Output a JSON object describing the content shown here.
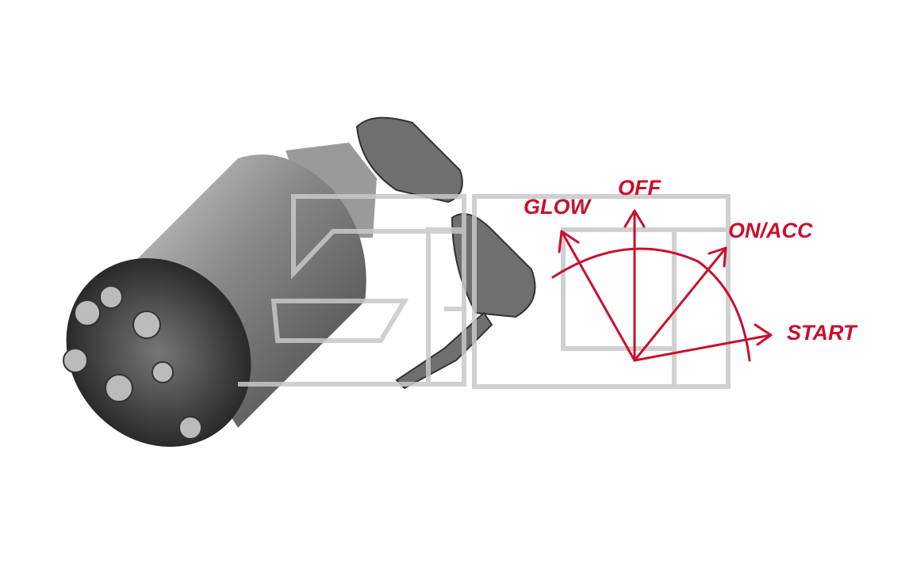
{
  "diagram": {
    "accent_color": "#c8102e",
    "positions": [
      {
        "label": "GLOW"
      },
      {
        "label": "OFF"
      },
      {
        "label": "ON/ACC"
      },
      {
        "label": "START"
      }
    ]
  }
}
